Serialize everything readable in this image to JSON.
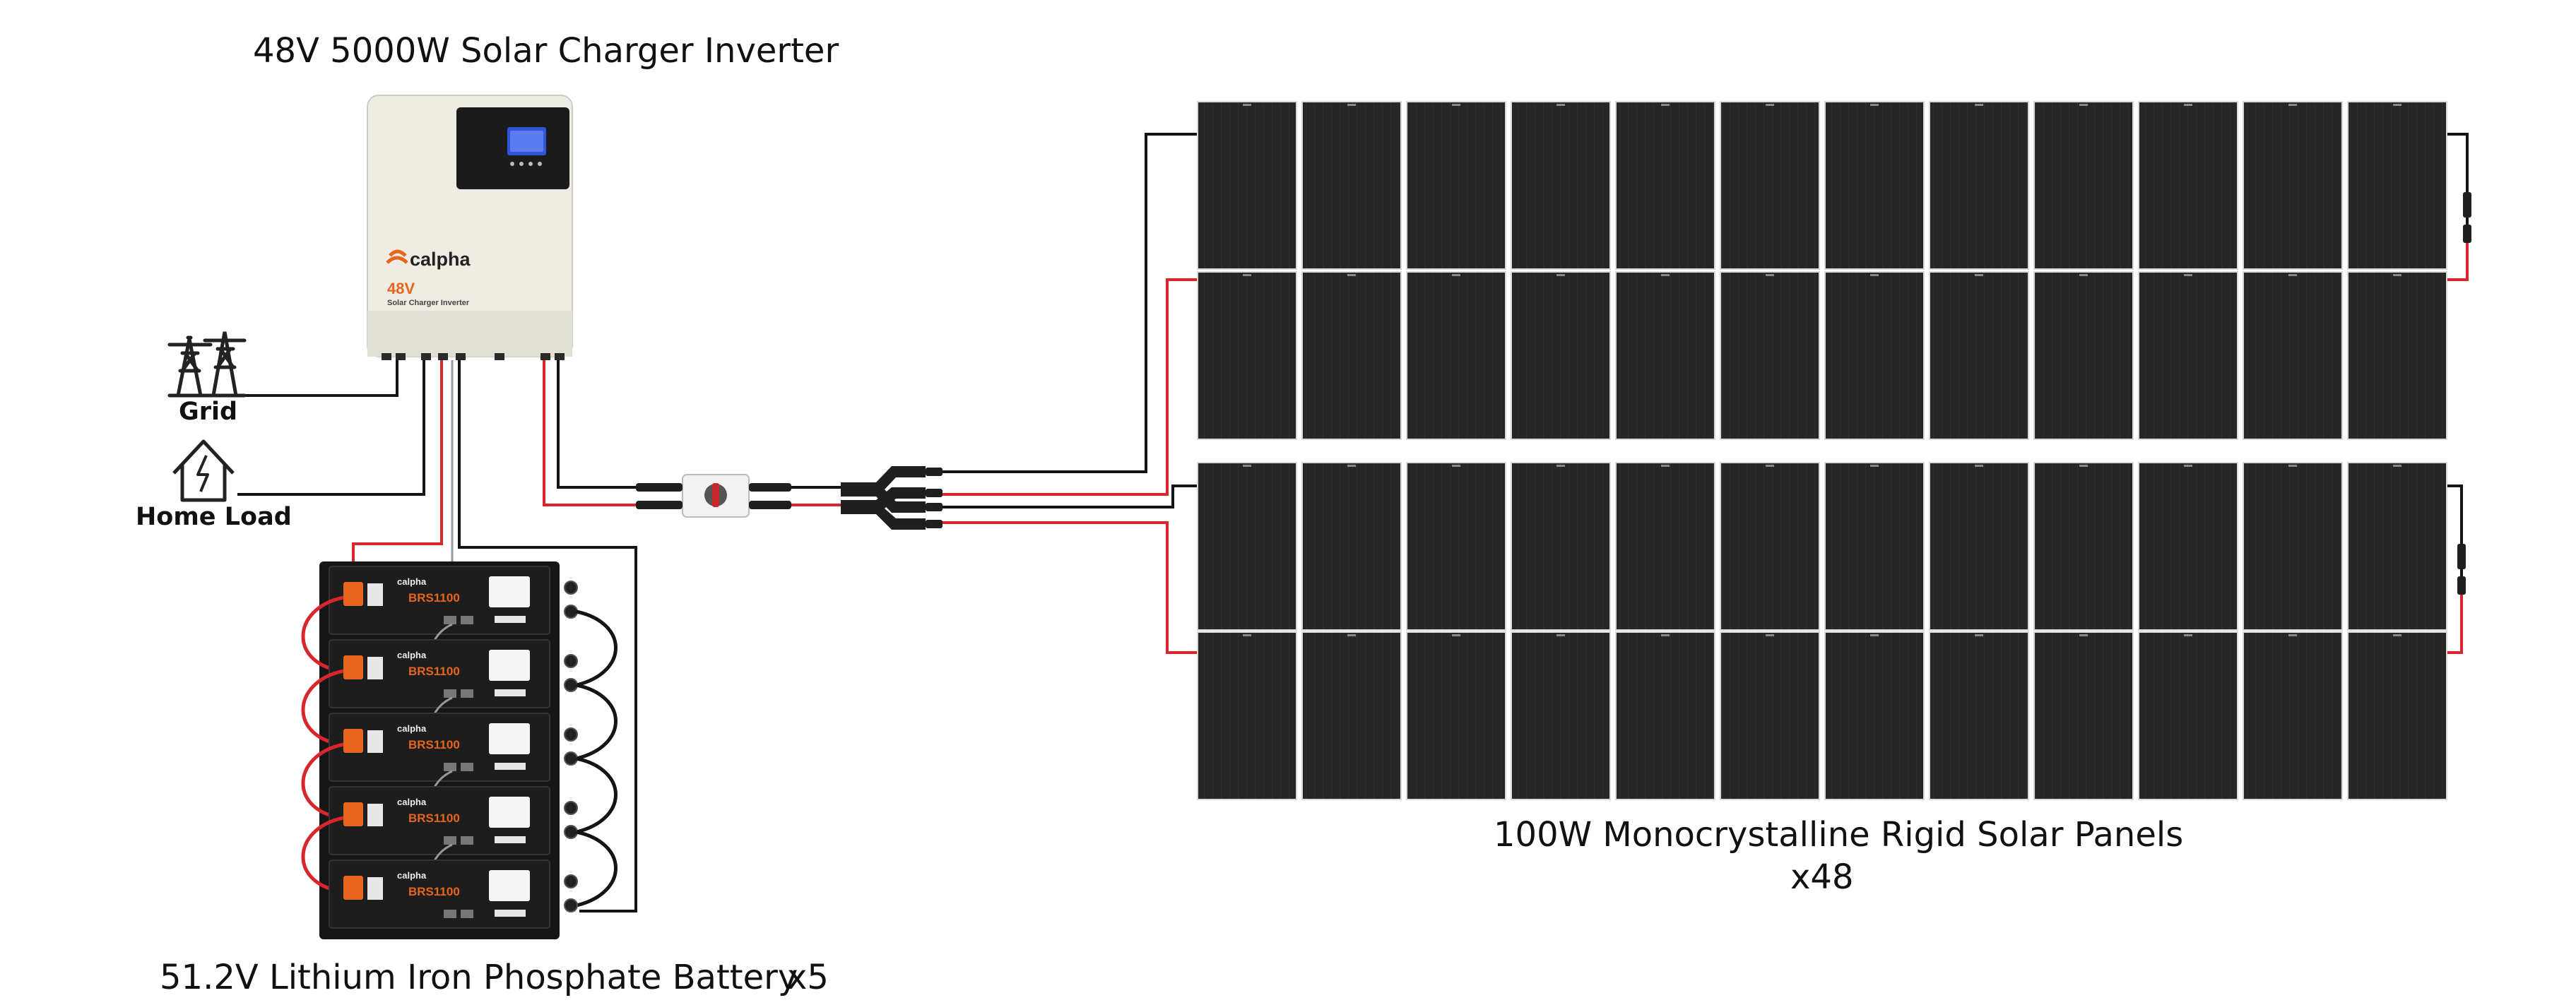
{
  "inverter": {
    "title": "48V 5000W Solar Charger Inverter",
    "brand": "calpha",
    "voltage": "48V",
    "subtitle": "Solar Charger Inverter"
  },
  "grid": {
    "label": "Grid"
  },
  "home_load": {
    "label": "Home Load"
  },
  "battery": {
    "title": "51.2V Lithium Iron Phosphate Battery",
    "count_label": "x5",
    "count": 5,
    "brand": "calpha",
    "model": "BRS1100"
  },
  "panels": {
    "title": "100W Monocrystalline Rigid Solar Panels",
    "count_label": "x48",
    "count": 48
  },
  "colors": {
    "positive_wire": "#d9262b",
    "negative_wire": "#141414",
    "panel": "#262626",
    "inverter_body": "#efece3",
    "battery_accent": "#e8651e",
    "battery_body": "#161616"
  }
}
